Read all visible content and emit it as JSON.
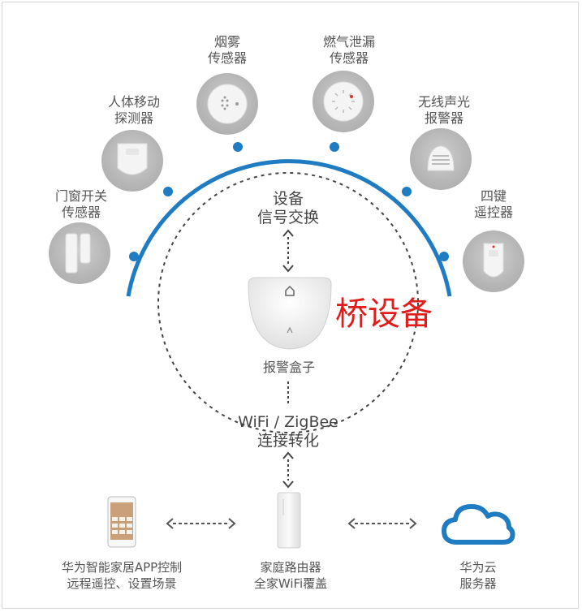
{
  "sensors": [
    {
      "line1": "门窗开关",
      "line2": "传感器",
      "icon": "door-window-sensor-icon"
    },
    {
      "line1": "人体移动",
      "line2": "探测器",
      "icon": "motion-detector-icon"
    },
    {
      "line1": "烟雾",
      "line2": "传感器",
      "icon": "smoke-sensor-icon"
    },
    {
      "line1": "燃气泄漏",
      "line2": "传感器",
      "icon": "gas-leak-sensor-icon"
    },
    {
      "line1": "无线声光",
      "line2": "报警器",
      "icon": "siren-alarm-icon"
    },
    {
      "line1": "四键",
      "line2": "遥控器",
      "icon": "remote-control-icon"
    }
  ],
  "signal": {
    "line1": "设备",
    "line2": "信号交换"
  },
  "hub": {
    "label": "报警盒子",
    "icon": "alarm-hub-icon"
  },
  "bridge_text": "桥设备",
  "conversion": {
    "line1": "WiFi / ZigBee",
    "line2": "连接转化"
  },
  "bottom": {
    "app": {
      "line1": "华为智能家居APP控制",
      "line2": "远程遥控、设置场景",
      "icon": "smartphone-app-icon"
    },
    "router": {
      "line1": "家庭路由器",
      "line2": "全家WiFi覆盖",
      "icon": "router-icon"
    },
    "cloud": {
      "line1": "华为云",
      "line2": "服务器",
      "icon": "cloud-icon"
    }
  },
  "colors": {
    "arc": "#1f7bc2",
    "accent": "#e21b1b",
    "device_bg": "#bdbdbd"
  }
}
